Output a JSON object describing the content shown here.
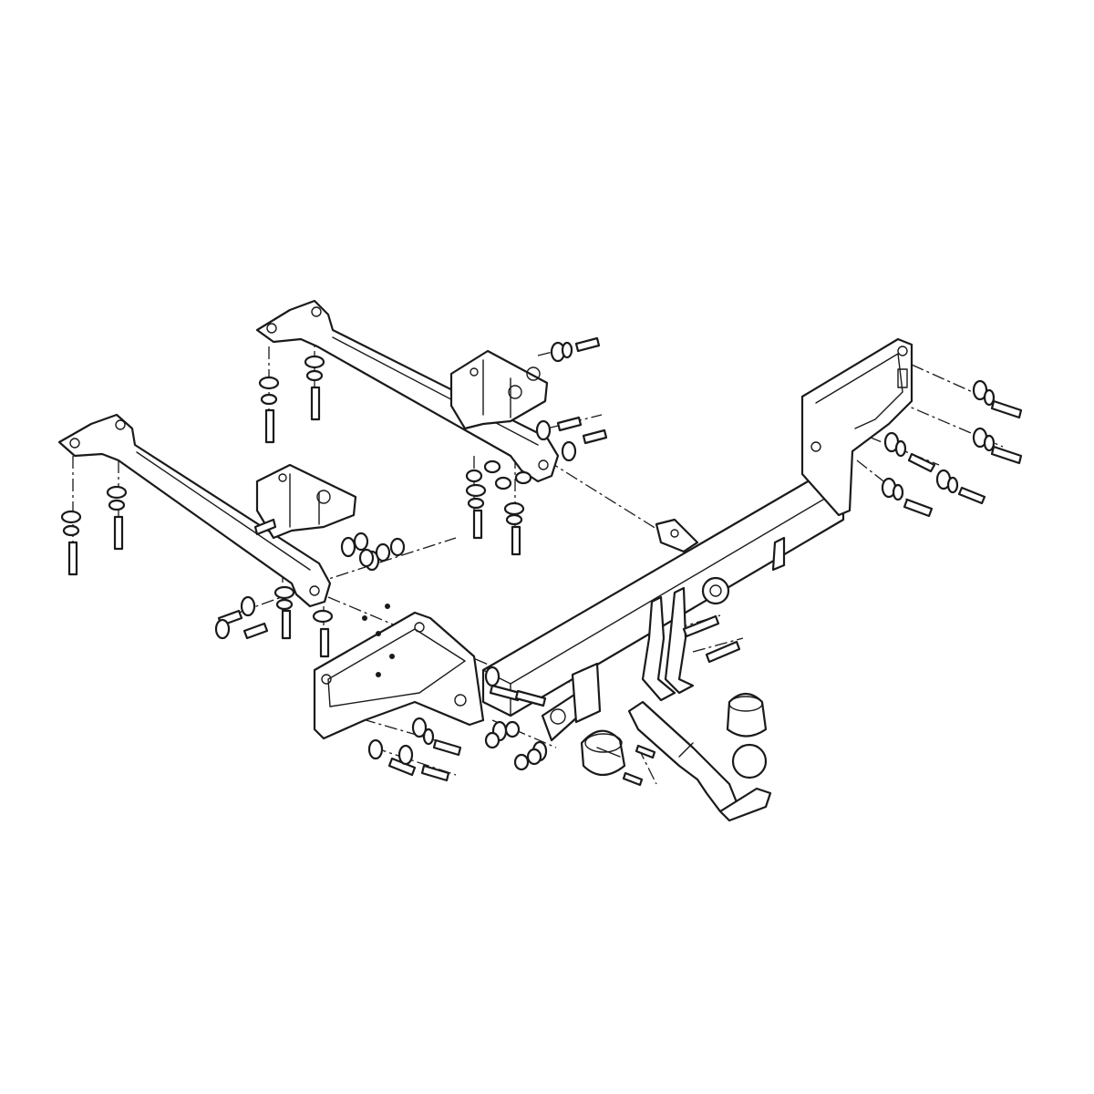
{
  "diagram": {
    "kind": "exploded-assembly",
    "subject": "tow-hitch",
    "labels": [],
    "colors": {
      "line": "#1a1a1a",
      "background": "#ffffff"
    },
    "parts": [
      {
        "id": "rear-bracket-arm-upper",
        "icon": "bracket-arm"
      },
      {
        "id": "rear-bracket-arm-lower",
        "icon": "bracket-arm"
      },
      {
        "id": "center-bracket-upper",
        "icon": "bracket"
      },
      {
        "id": "center-bracket-lower",
        "icon": "bracket"
      },
      {
        "id": "main-crossbar",
        "icon": "square-tube"
      },
      {
        "id": "left-end-plate",
        "icon": "mounting-plate"
      },
      {
        "id": "right-end-plate",
        "icon": "mounting-plate"
      },
      {
        "id": "tow-ball-neck",
        "icon": "hook"
      },
      {
        "id": "tow-ball-cap",
        "icon": "cap"
      },
      {
        "id": "electrical-socket",
        "icon": "socket"
      },
      {
        "id": "socket-plate",
        "icon": "plate"
      },
      {
        "id": "bolt-set",
        "icon": "bolt"
      },
      {
        "id": "washer-set",
        "icon": "washer"
      },
      {
        "id": "nut-set",
        "icon": "nut"
      }
    ]
  }
}
